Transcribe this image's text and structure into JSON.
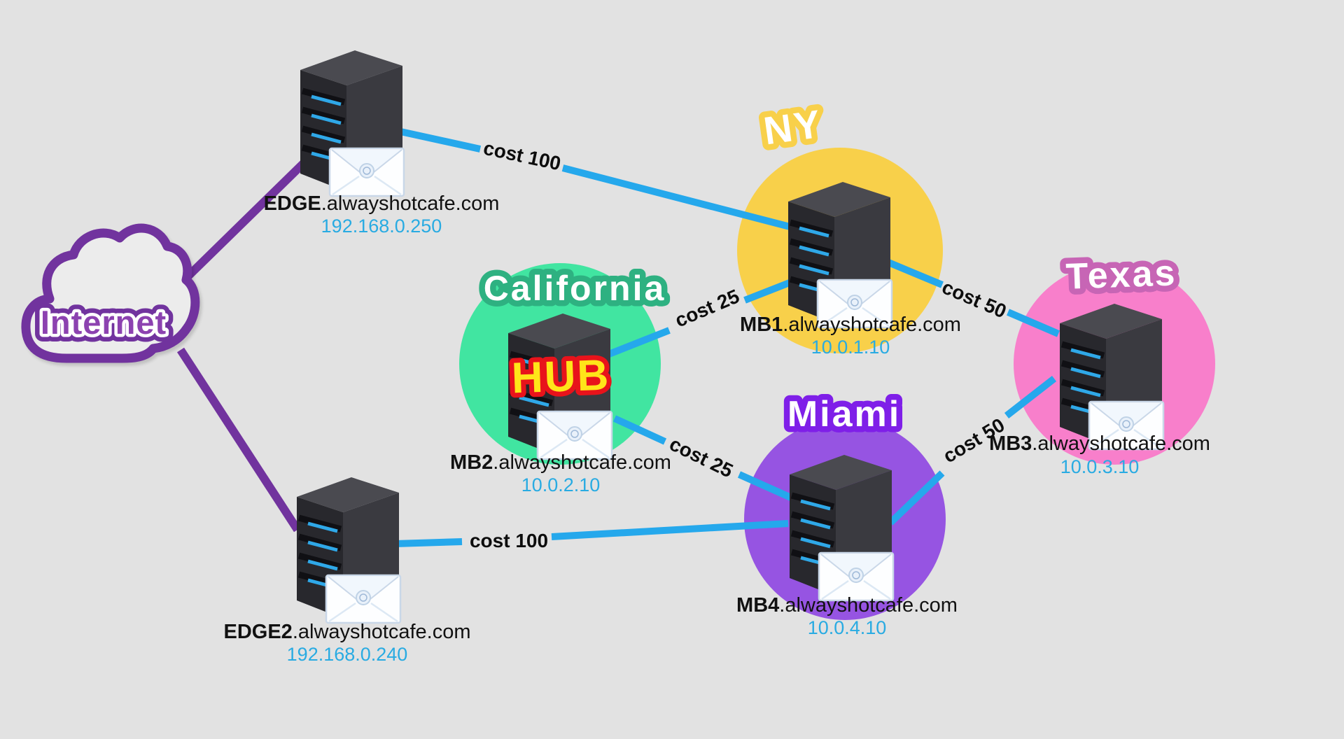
{
  "background": "#E2E2E2",
  "colors": {
    "link_blue": "#25A8EC",
    "internet_purple": "#71339E",
    "internet_text_fill": "#8C42B0",
    "hostname_text": "#111111",
    "ip_text": "#29ABE2"
  },
  "internet": {
    "label": "Internet"
  },
  "sites": [
    {
      "name": "NY",
      "circle_color": "#F8D04A",
      "label_outline": "#F8D04A"
    },
    {
      "name": "California",
      "circle_color": "#41E5A1",
      "label_outline": "#2EB181"
    },
    {
      "name": "Miami",
      "circle_color": "#9654E2",
      "label_outline": "#7F1FE8"
    },
    {
      "name": "Texas",
      "circle_color": "#F87FCB",
      "label_outline": "#C765B5"
    }
  ],
  "hub_badge": {
    "label": "HUB",
    "fill": "#FFE519",
    "outline": "#E8131B"
  },
  "servers": [
    {
      "host": "EDGE",
      "domain": ".alwayshotcafe.com",
      "ip": "192.168.0.250"
    },
    {
      "host": "EDGE2",
      "domain": ".alwayshotcafe.com",
      "ip": "192.168.0.240"
    },
    {
      "host": "MB1",
      "domain": ".alwayshotcafe.com",
      "ip": "10.0.1.10",
      "site": "NY"
    },
    {
      "host": "MB2",
      "domain": ".alwayshotcafe.com",
      "ip": "10.0.2.10",
      "site": "California"
    },
    {
      "host": "MB3",
      "domain": ".alwayshotcafe.com",
      "ip": "10.0.3.10",
      "site": "Texas"
    },
    {
      "host": "MB4",
      "domain": ".alwayshotcafe.com",
      "ip": "10.0.4.10",
      "site": "Miami"
    }
  ],
  "links": [
    {
      "from": "EDGE",
      "to": "MB1",
      "cost_label": "cost 100"
    },
    {
      "from": "MB2",
      "to": "MB1",
      "cost_label": "cost 25"
    },
    {
      "from": "MB1",
      "to": "MB3",
      "cost_label": "cost 50"
    },
    {
      "from": "MB2",
      "to": "MB4",
      "cost_label": "cost 25"
    },
    {
      "from": "MB4",
      "to": "MB3",
      "cost_label": "cost 50"
    },
    {
      "from": "EDGE2",
      "to": "MB4",
      "cost_label": "cost 100"
    }
  ]
}
